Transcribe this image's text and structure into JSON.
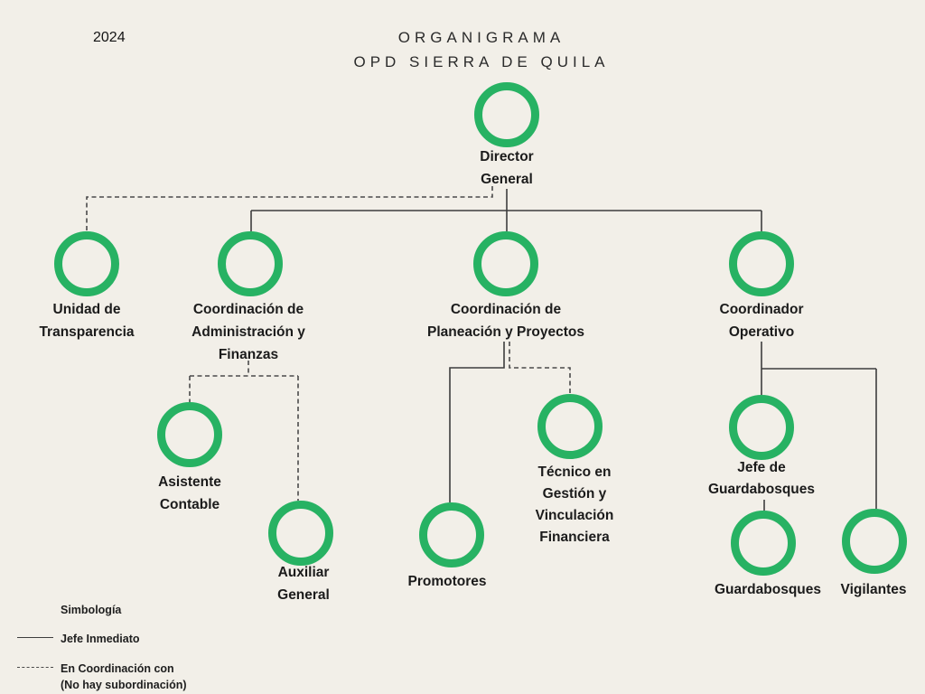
{
  "header": {
    "year": "2024",
    "title_line1": "ORGANIGRAMA",
    "title_line2": "OPD SIERRA DE QUILA"
  },
  "colors": {
    "background": "#f2efe8",
    "ring_green": "#27b263",
    "solid_line": "#3d3d3d",
    "dashed_line": "#4a4a4a",
    "text": "#1b1b1b"
  },
  "nodes": {
    "director": {
      "lines": [
        "Director",
        "General"
      ]
    },
    "unidad": {
      "lines": [
        "Unidad de",
        "Transparencia"
      ]
    },
    "admin": {
      "lines": [
        "Coordinación de",
        "Administración y",
        "Finanzas"
      ]
    },
    "planeacion": {
      "lines": [
        "Coordinación de",
        "Planeación y Proyectos"
      ]
    },
    "operativo": {
      "lines": [
        "Coordinador",
        "Operativo"
      ]
    },
    "asistente": {
      "lines": [
        "Asistente",
        "Contable"
      ]
    },
    "tecnico": {
      "lines": [
        "Técnico en",
        "Gestión y",
        "Vinculación",
        "Financiera"
      ]
    },
    "jefe_guardabosques": {
      "lines": [
        "Jefe de",
        "Guardabosques"
      ]
    },
    "auxiliar": {
      "lines": [
        "Auxiliar",
        "General"
      ]
    },
    "promotores": {
      "lines": [
        "Promotores"
      ]
    },
    "guardabosques": {
      "lines": [
        "Guardabosques"
      ]
    },
    "vigilantes": {
      "lines": [
        "Vigilantes"
      ]
    }
  },
  "edges": [
    {
      "from": "director",
      "to": "unidad",
      "type": "dashed"
    },
    {
      "from": "director",
      "to": "admin",
      "type": "solid"
    },
    {
      "from": "director",
      "to": "planeacion",
      "type": "solid"
    },
    {
      "from": "director",
      "to": "operativo",
      "type": "solid"
    },
    {
      "from": "admin",
      "to": "asistente",
      "type": "dashed"
    },
    {
      "from": "admin",
      "to": "auxiliar",
      "type": "dashed"
    },
    {
      "from": "planeacion",
      "to": "promotores",
      "type": "solid"
    },
    {
      "from": "planeacion",
      "to": "tecnico",
      "type": "dashed"
    },
    {
      "from": "operativo",
      "to": "jefe_guardabosques",
      "type": "solid"
    },
    {
      "from": "operativo",
      "to": "vigilantes",
      "type": "solid"
    },
    {
      "from": "jefe_guardabosques",
      "to": "guardabosques",
      "type": "solid"
    }
  ],
  "legend": {
    "heading": "Simbología",
    "solid_label": "Jefe Inmediato",
    "dashed_label_line1": "En Coordinación con",
    "dashed_label_line2": "(No hay subordinación)"
  }
}
